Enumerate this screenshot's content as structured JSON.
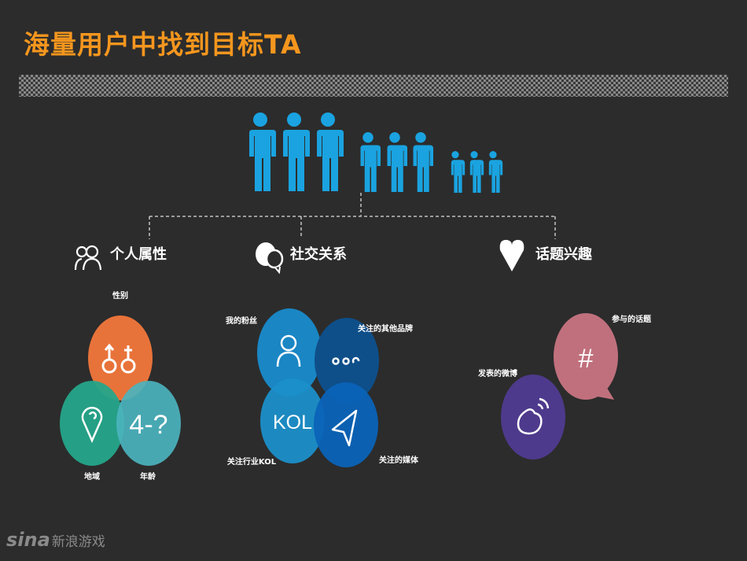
{
  "title": "海量用户中找到目标TA",
  "categories": [
    {
      "label": "个人属性",
      "icon": "people-icon"
    },
    {
      "label": "社交关系",
      "icon": "chat-bubbles-icon"
    },
    {
      "label": "话题兴趣",
      "icon": "heart-icon"
    }
  ],
  "personal": {
    "gender": "性别",
    "region": "地域",
    "age": "年龄",
    "age_icon_text": "4-?"
  },
  "social": {
    "fans": "我的粉丝",
    "other_brands": "关注的其他品牌",
    "kol": "关注行业KOL",
    "kol_icon_text": "KOL",
    "media": "关注的媒体"
  },
  "interest": {
    "topics": "参与的话题",
    "topic_icon_text": "#",
    "weibo": "发表的微博"
  },
  "colors": {
    "title": "#f5961e",
    "gender": "#e8733a",
    "region": "#25a58a",
    "age": "#4bb3be",
    "fans": "#1a86c4",
    "brands": "#0e4f8a",
    "kol": "#1b8fc9",
    "media": "#0b63b8",
    "topics": "#c0707d",
    "weibo": "#4e3a8c",
    "people": "#1aa3e0"
  },
  "watermark": {
    "brand": "sina",
    "text": "新浪游戏"
  }
}
